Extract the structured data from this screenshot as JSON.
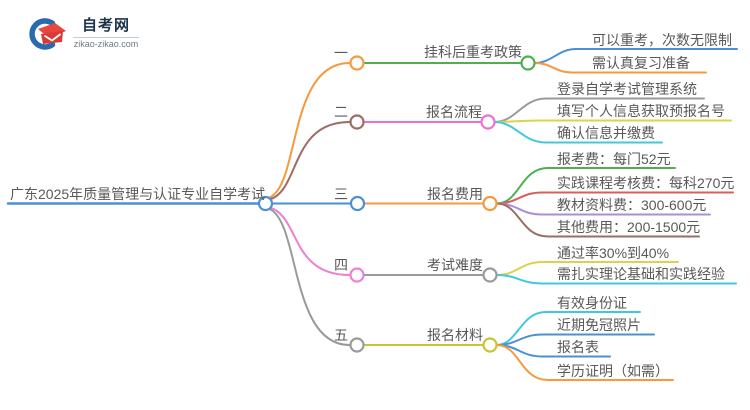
{
  "logo": {
    "name": "自考网",
    "domain": "zikao-zikao.com"
  },
  "root": {
    "label": "广东2025年质量管理与认证专业自学考试",
    "color": "#4a90d2"
  },
  "branches": [
    {
      "number": "一",
      "title": "挂科后重考政策",
      "connector_color": "#f59a3e",
      "line_color": "#4daf50",
      "leaves": [
        {
          "label": "可以重考，次数无限制",
          "color": "#4a90d2"
        },
        {
          "label": "需认真复习准备",
          "color": "#f59a3e"
        }
      ]
    },
    {
      "number": "二",
      "title": "报名流程",
      "connector_color": "#9b6d64",
      "line_color": "#ee6fd0",
      "leaves": [
        {
          "label": "登录自学考试管理系统",
          "color": "#9a9a9a"
        },
        {
          "label": "填写个人信息获取预报名号",
          "color": "#ddd24b"
        },
        {
          "label": "确认信息并缴费",
          "color": "#41c8dc"
        }
      ]
    },
    {
      "number": "三",
      "title": "报名费用",
      "connector_color": "#4a90d2",
      "line_color": "#f59a3e",
      "leaves": [
        {
          "label": "报考费：每门52元",
          "color": "#4daf50"
        },
        {
          "label": "实践课程考核费：每科270元",
          "color": "#db5e5e"
        },
        {
          "label": "教材资料费：300-600元",
          "color": "#ab8ed8"
        },
        {
          "label": "其他费用：200-1500元",
          "color": "#9b6d64"
        }
      ]
    },
    {
      "number": "四",
      "title": "考试难度",
      "connector_color": "#ee7fd4",
      "line_color": "#9a9a9a",
      "leaves": [
        {
          "label": "通过率30%到40%",
          "color": "#ddd24b"
        },
        {
          "label": "需扎实理论基础和实践经验",
          "color": "#41c8dc"
        }
      ]
    },
    {
      "number": "五",
      "title": "报名材料",
      "connector_color": "#9a9a9a",
      "line_color": "#c9c433",
      "leaves": [
        {
          "label": "有效身份证",
          "color": "#41c8dc"
        },
        {
          "label": "近期免冠照片",
          "color": "#4a90d2"
        },
        {
          "label": "报名表",
          "color": "#4a90d2"
        },
        {
          "label": "学历证明（如需）",
          "color": "#f59a3e"
        }
      ]
    }
  ]
}
